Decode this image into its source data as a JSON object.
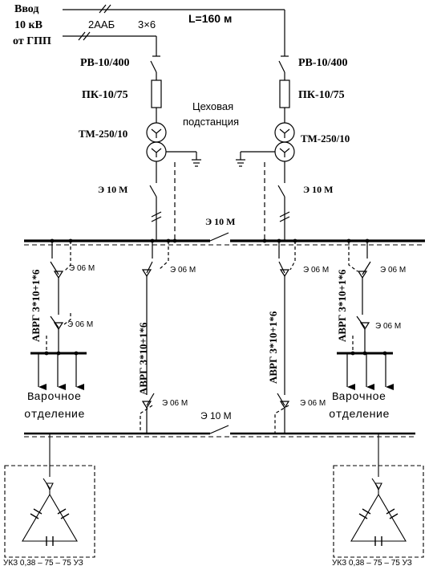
{
  "header": {
    "input_line1": "Ввод",
    "input_line2": "10 кВ",
    "input_line3": "от ГПП",
    "cable_type": "2ААБ",
    "cable_section": "3×6",
    "line_length": "L=160 м"
  },
  "devices": {
    "disconnector": "РВ-10/400",
    "fuse": "ПК-10/75",
    "transformer": "ТМ-250/10",
    "substation_line1": "Цеховая",
    "substation_line2": "подстанция",
    "breaker_main": "Э 10 М",
    "breaker_section": "Э 10 М",
    "breaker_feeder": "Э 06 М",
    "breaker_bus2": "Э 10 М"
  },
  "cables": {
    "feeder": "АВРГ 3*10+1*6"
  },
  "loads": {
    "line1": "Варочное",
    "line2": "отделение"
  },
  "compensation": {
    "name": "УКЗ 0,38 – 75 – 75 УЗ"
  }
}
